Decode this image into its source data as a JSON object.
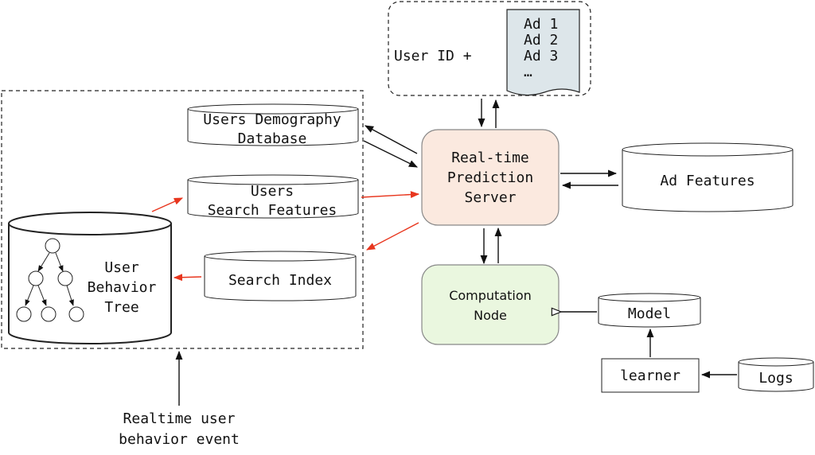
{
  "user_request": {
    "label": "User ID +",
    "ads": [
      "Ad 1",
      "Ad 2",
      "Ad 3",
      "…"
    ]
  },
  "server": {
    "lines": [
      "Real-time",
      "Prediction",
      "Server"
    ],
    "fill": "#fbe9df"
  },
  "computation_node": {
    "lines": [
      "Computation",
      "Node"
    ],
    "fill": "#eaf7df"
  },
  "ad_features": {
    "label": "Ad Features"
  },
  "user_side": {
    "demography_db": {
      "lines": [
        "Users Demography",
        "Database"
      ]
    },
    "search_features": {
      "lines": [
        "Users",
        "Search Features"
      ]
    },
    "search_index": {
      "label": "Search Index"
    },
    "behavior_tree": {
      "lines": [
        "User",
        "Behavior",
        "Tree"
      ]
    }
  },
  "model": {
    "label": "Model"
  },
  "learner": {
    "label": "learner"
  },
  "logs": {
    "label": "Logs"
  },
  "realtime_event": {
    "lines": [
      "Realtime user",
      "behavior event"
    ]
  },
  "colors": {
    "red_arrow": "#e8361e",
    "ad_doc_fill": "#dde6ea"
  }
}
